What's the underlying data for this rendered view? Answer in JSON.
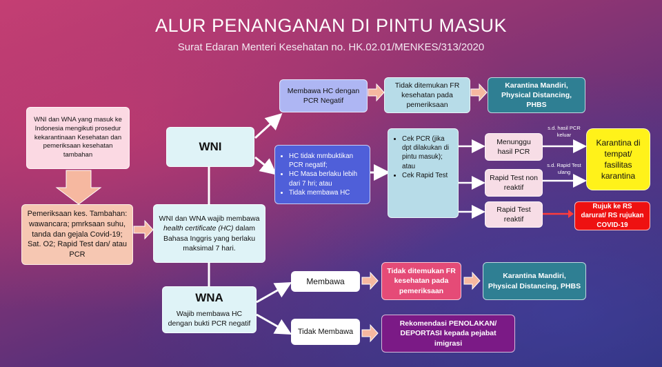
{
  "title": "ALUR PENANGANAN DI PINTU MASUK",
  "subtitle": "Surat Edaran Menteri Kesehatan no. HK.02.01/MENKES/313/2020",
  "nodes": {
    "entry": "WNI dan WNA yang masuk ke Indonesia mengikuti prosedur kekarantinaan Kesehatan dan pemeriksaan kesehatan tambahan",
    "exam": "Pemeriksaan kes. Tambahan: wawancara; pmrksaan suhu, tanda dan gejala Covid-19; Sat. O2; Rapid Test dan/ atau PCR",
    "hc_required": "WNI dan WNA wajib membawa health certificate (HC) dalam Bahasa Inggris yang berlaku maksimal 7 hari.",
    "hc_required_parts": [
      "WNI dan WNA wajib membawa ",
      "health certificate (HC)",
      " dalam Bahasa Inggris yang berlaku maksimal 7 hari."
    ],
    "wni": "WNI",
    "wni_hc_neg": "Membawa HC dengan PCR Negatif",
    "wni_no_fr": "Tidak ditemukan FR kesehatan pada pemeriksaan",
    "wni_karantina": "Karantina Mandiri, Physical Distancing, PHBS",
    "wni_hc_issues": [
      "HC tidak mmbuktikan PCR negatif;",
      "HC Masa berlaku lebih dari 7 hri; atau",
      "Tidak membawa HC"
    ],
    "checks": [
      "Cek PCR (jika dpt dilakukan di pintu masuk); atau",
      "Cek Rapid Test"
    ],
    "wait_pcr": "Menunggu hasil PCR",
    "rapid_nonreaktif": "Rapid Test non reaktif",
    "rapid_reaktif": "Rapid Test reaktif",
    "karantina_fasilitas": "Karantina di tempat/ fasilitas karantina",
    "rujuk": "Rujuk ke RS darurat/ RS rujukan COVID-19",
    "note_pcr": "s.d. hasil PCR keluar",
    "note_rapid": "s.d. Rapid Test ulang",
    "wna": "WNA",
    "wna_desc": "Wajib membawa HC dengan bukti PCR negatif",
    "wna_membawa": "Membawa",
    "wna_no_fr": "Tidak ditemukan FR kesehatan pada pemeriksaan",
    "wna_karantina": "Karantina Mandiri, Physical Distancing, PHBS",
    "wna_tidak": "Tidak Membawa",
    "penolakan": "Rekomendasi PENOLAKAN/ DEPORTASI kepada pejabat imigrasi"
  },
  "colors": {
    "white_arrow": "#ffffff",
    "peach_arrow": "#f6b8a0"
  }
}
